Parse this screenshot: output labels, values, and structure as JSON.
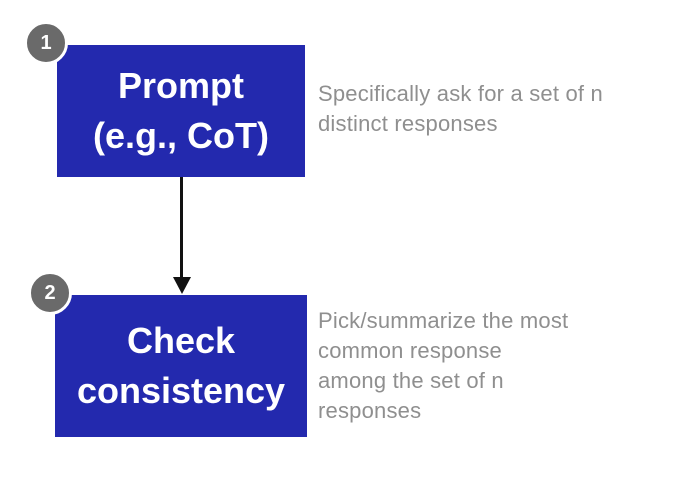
{
  "diagram": {
    "steps": [
      {
        "number": "1",
        "box_label": "Prompt\n(e.g., CoT)",
        "description": "Specifically ask for a set of n\ndistinct responses"
      },
      {
        "number": "2",
        "box_label": "Check\nconsistency",
        "description": "Pick/summarize the most\ncommon response\namong the set of n\nresponses"
      }
    ],
    "colors": {
      "background": "#ffffff",
      "box_fill": "#2329ae",
      "box_text": "#ffffff",
      "badge_fill": "#6a6a6a",
      "badge_text": "#ffffff",
      "description_text": "#8f8f8f",
      "arrow": "#111111"
    }
  }
}
